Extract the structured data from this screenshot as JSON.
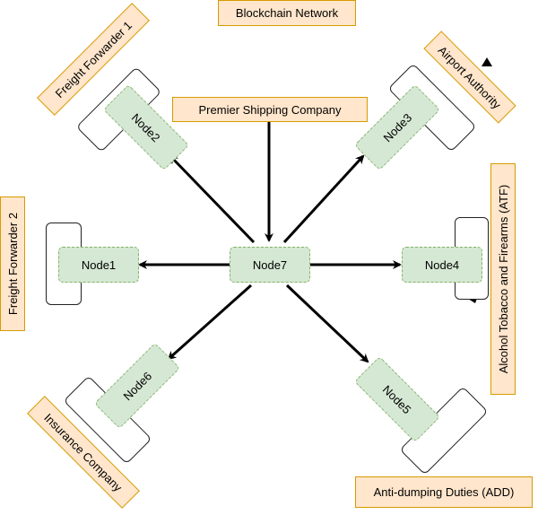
{
  "title": "Blockchain Network",
  "organizations": {
    "freight_forwarder_1": "Freight Forwarder 1",
    "airport_authority": "Airport Authority",
    "premier_shipping": "Premier Shipping Company",
    "freight_forwarder_2": "Freight Forwarder 2",
    "atf": "Alcohol Tobacco and Firearms (ATF)",
    "insurance": "Insurance Company",
    "add": "Anti-dumping Duties (ADD)"
  },
  "nodes": {
    "node1": "Node1",
    "node2": "Node2",
    "node3": "Node3",
    "node4": "Node4",
    "node5": "Node5",
    "node6": "Node6",
    "node7": "Node7"
  },
  "colors": {
    "org_fill": "#ffe6cc",
    "org_border": "#d79b00",
    "node_fill": "#d5e8d4",
    "node_border": "#82b366"
  }
}
